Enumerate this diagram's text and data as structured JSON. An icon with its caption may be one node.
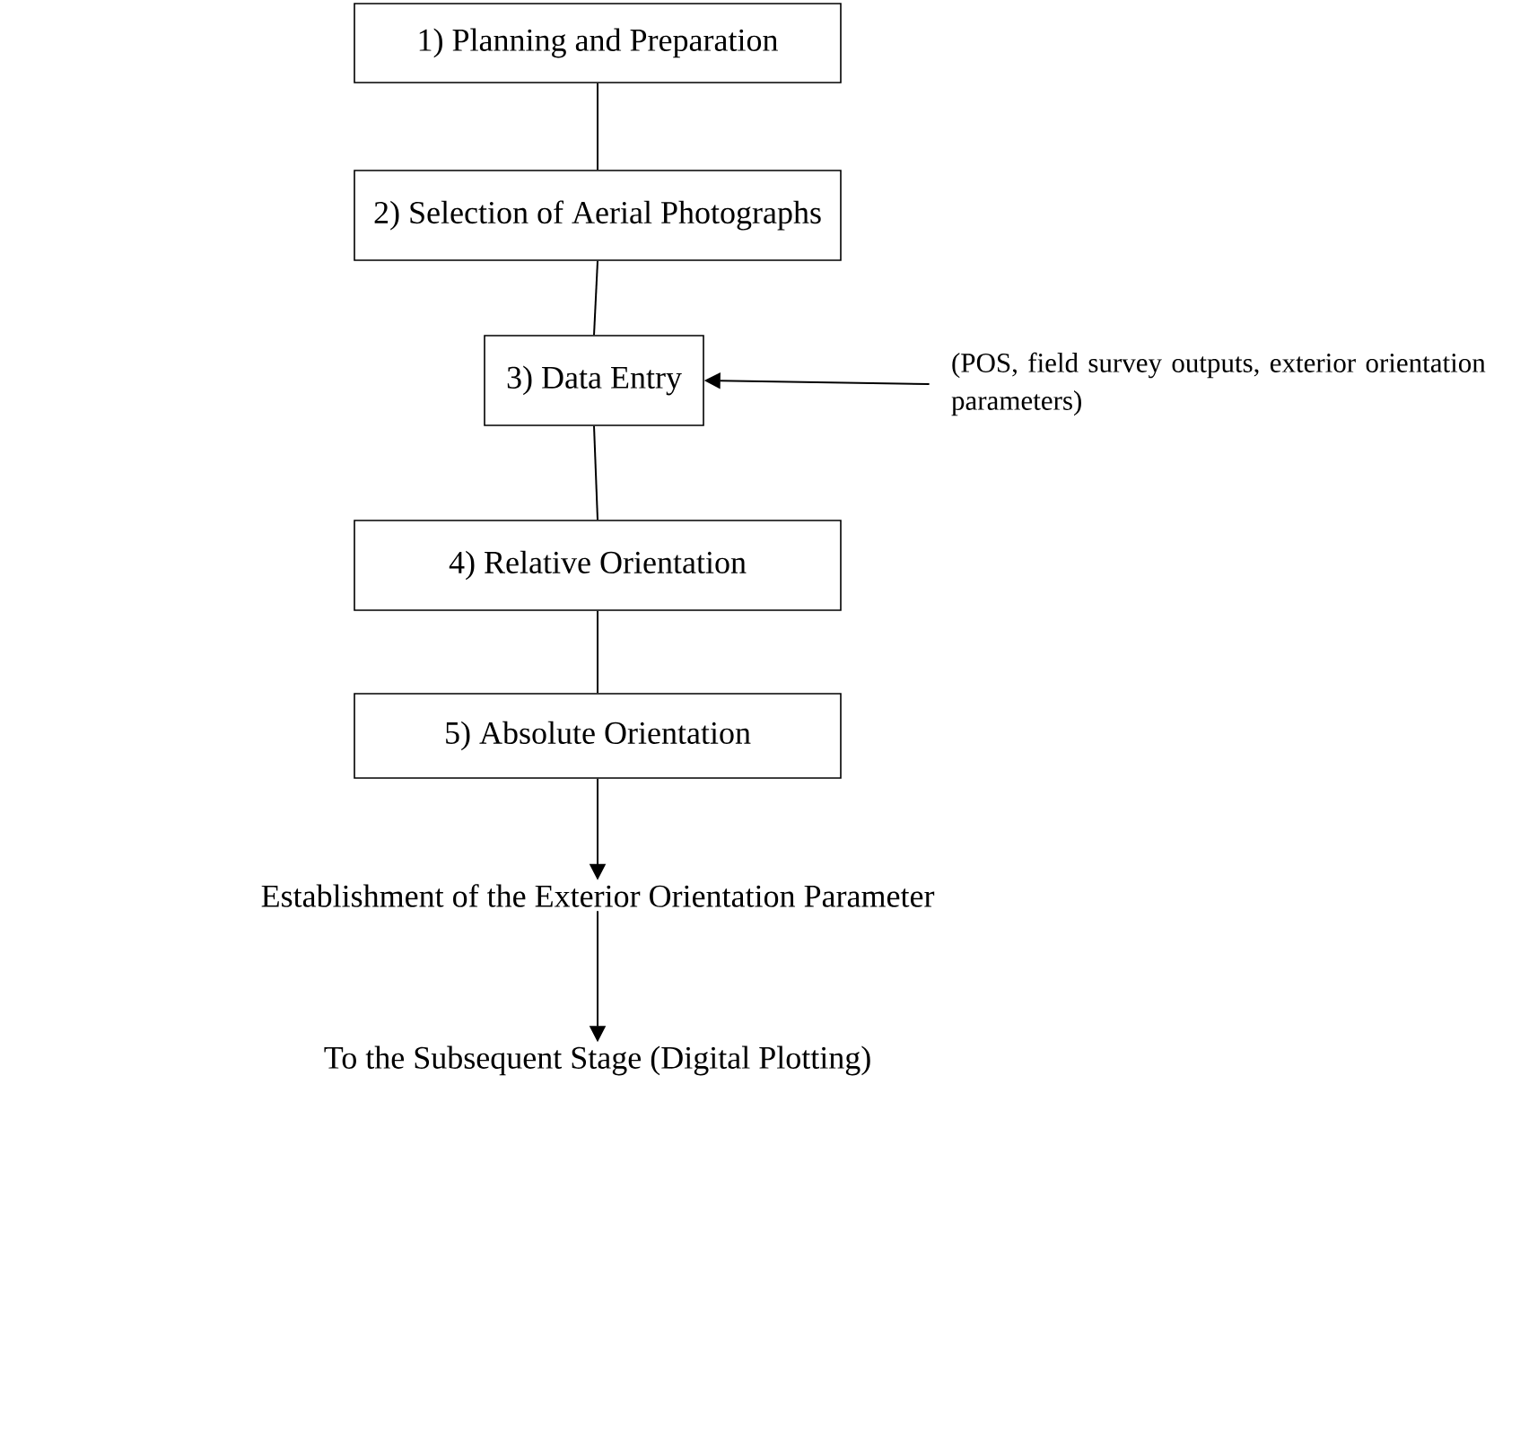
{
  "diagram": {
    "nodes": [
      {
        "text": [
          "1)   Planning and Preparation"
        ]
      },
      {
        "text": [
          "2) Selection of Aerial Photographs"
        ]
      },
      {
        "text": [
          "3) Data Entry"
        ]
      },
      {
        "text": [
          "4) Relative Orientation"
        ]
      },
      {
        "text": [
          "5) Absolute Orientation"
        ]
      },
      {
        "text": [
          "Establishment of the Exterior Orientation Parameter"
        ]
      },
      {
        "text": [
          "To the Subsequent Stage (Digital Plotting)"
        ]
      },
      {
        "text": [
          "(POS, field survey outputs, exterior orientation parameters)"
        ]
      }
    ],
    "edges": [
      {
        "from": 0,
        "to": 1,
        "arrow": "none"
      },
      {
        "from": 1,
        "to": 2,
        "arrow": "none"
      },
      {
        "from": 2,
        "to": 3,
        "arrow": "none"
      },
      {
        "from": 3,
        "to": 4,
        "arrow": "none"
      },
      {
        "from": 4,
        "to": 5,
        "arrow": "to"
      },
      {
        "from": 5,
        "to": 6,
        "arrow": "to"
      },
      {
        "from": 7,
        "to": 2,
        "arrow": "to"
      }
    ]
  }
}
